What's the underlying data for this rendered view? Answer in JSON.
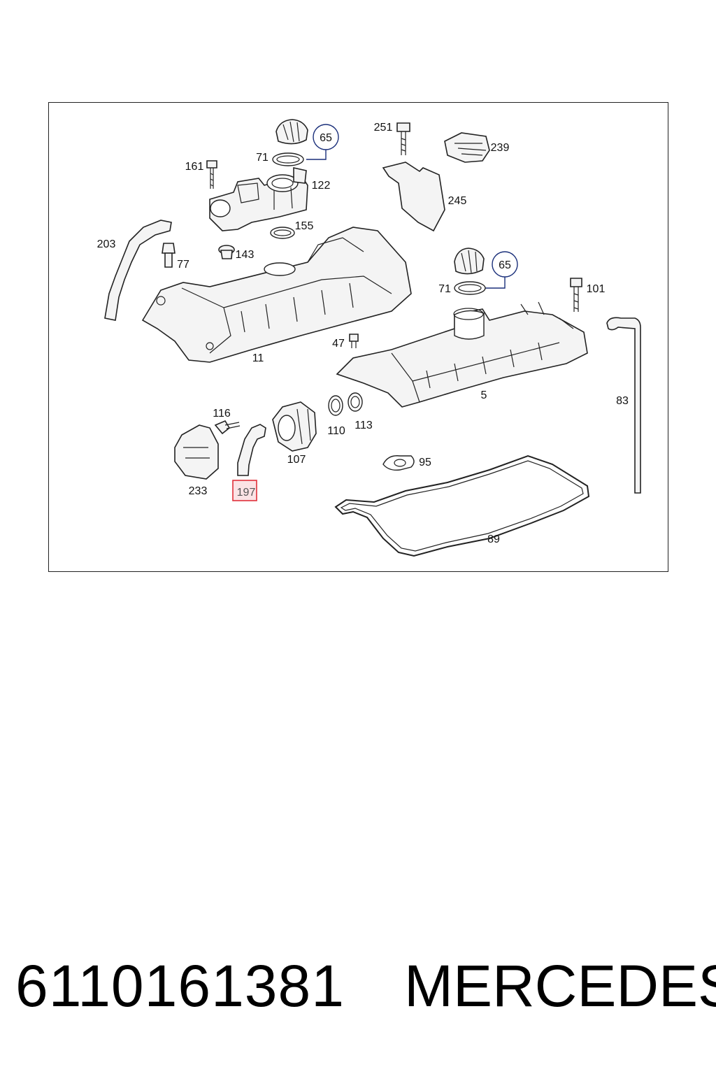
{
  "diagram": {
    "callouts": {
      "c65a": "65",
      "c71a": "71",
      "c161": "161",
      "c122": "122",
      "c155": "155",
      "c203": "203",
      "c77": "77",
      "c143": "143",
      "c11": "11",
      "c47": "47",
      "c251": "251",
      "c239": "239",
      "c245": "245",
      "c65b": "65",
      "c71b": "71",
      "c101": "101",
      "c5": "5",
      "c83": "83",
      "c116": "116",
      "c110": "110",
      "c113": "113",
      "c107": "107",
      "c95": "95",
      "c233": "233",
      "c197": "197",
      "c89": "89"
    },
    "highlight_color": "#e0303a",
    "highlighted_callout": "197"
  },
  "footer": {
    "part_number": "6110161381",
    "brand": "MERCEDES"
  }
}
